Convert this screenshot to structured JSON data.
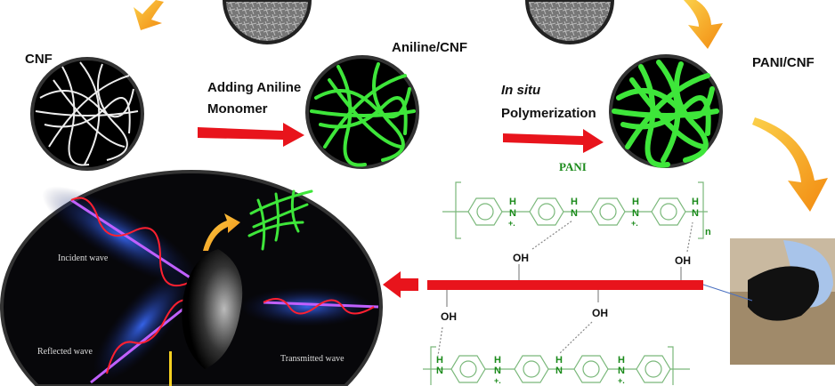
{
  "labels": {
    "cnf": "CNF",
    "aniline_cnf": "Aniline/CNF",
    "adding_line1": "Adding Aniline",
    "adding_line2": "Monomer",
    "insitu_line1": "In situ",
    "insitu_line2": "Polymerization",
    "pani_cnf": "PANI/CNF",
    "pani": "PANI"
  },
  "waves": {
    "incident": "Incident wave",
    "reflected": "Reflected wave",
    "transmitted": "Transmitted wave"
  },
  "chem": {
    "h": "H",
    "n": "N",
    "oh": "OH",
    "plus_dot": "+.",
    "repeat": "n"
  },
  "colors": {
    "arrow_red": "#e8141c",
    "arrow_orange": "#f7a21b",
    "fiber_green": "#3ee63a",
    "chem_green": "#1a8a1a"
  }
}
